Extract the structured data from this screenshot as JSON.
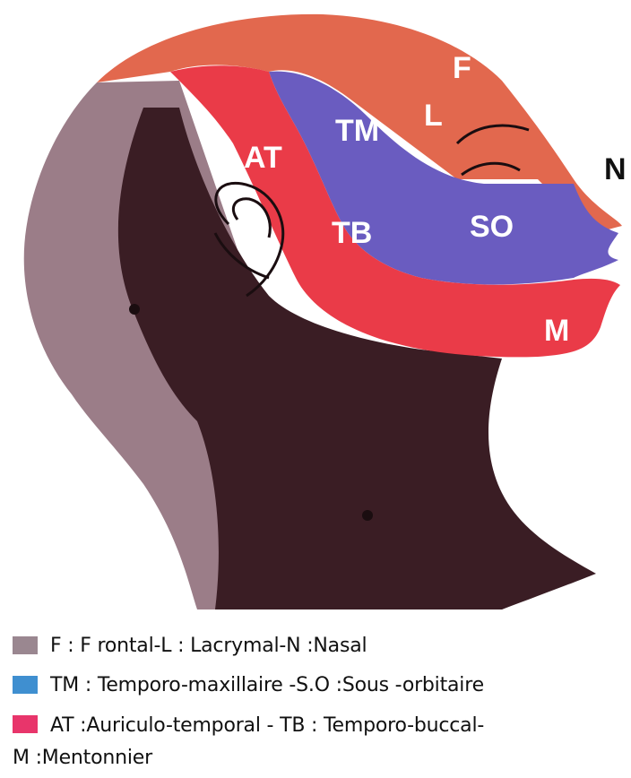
{
  "regions": {
    "f": {
      "label": "F",
      "color": "#e2684e"
    },
    "l": {
      "label": "L",
      "color": "#e2684e"
    },
    "tm": {
      "label": "TM",
      "color": "#6a5cc0"
    },
    "so": {
      "label": "SO",
      "color": "#6a5cc0"
    },
    "at": {
      "label": "AT",
      "color": "#ea3b48"
    },
    "tb": {
      "label": "TB",
      "color": "#ea3b48"
    },
    "m": {
      "label": "M",
      "color": "#ea3b48"
    },
    "n": {
      "label": "N",
      "color": "#111111"
    }
  },
  "legend": {
    "items": [
      {
        "swatch_color": "#9a8790",
        "text": "F : F rontal-L : Lacrymal-N :Nasal"
      },
      {
        "swatch_color": "#3f8fd0",
        "text": "TM : Temporo-maxillaire -S.O :Sous -orbitaire"
      },
      {
        "swatch_color": "#e8356b",
        "text": "AT :Auriculo-temporal - TB : Temporo-buccal-",
        "text_continued": "M :Mentonnier"
      }
    ]
  },
  "colors": {
    "scalp_back": "#9b7d88",
    "shadow_skin": "#3a1d24",
    "neck": "#2c1519",
    "hair_line": "#1a0d10"
  }
}
